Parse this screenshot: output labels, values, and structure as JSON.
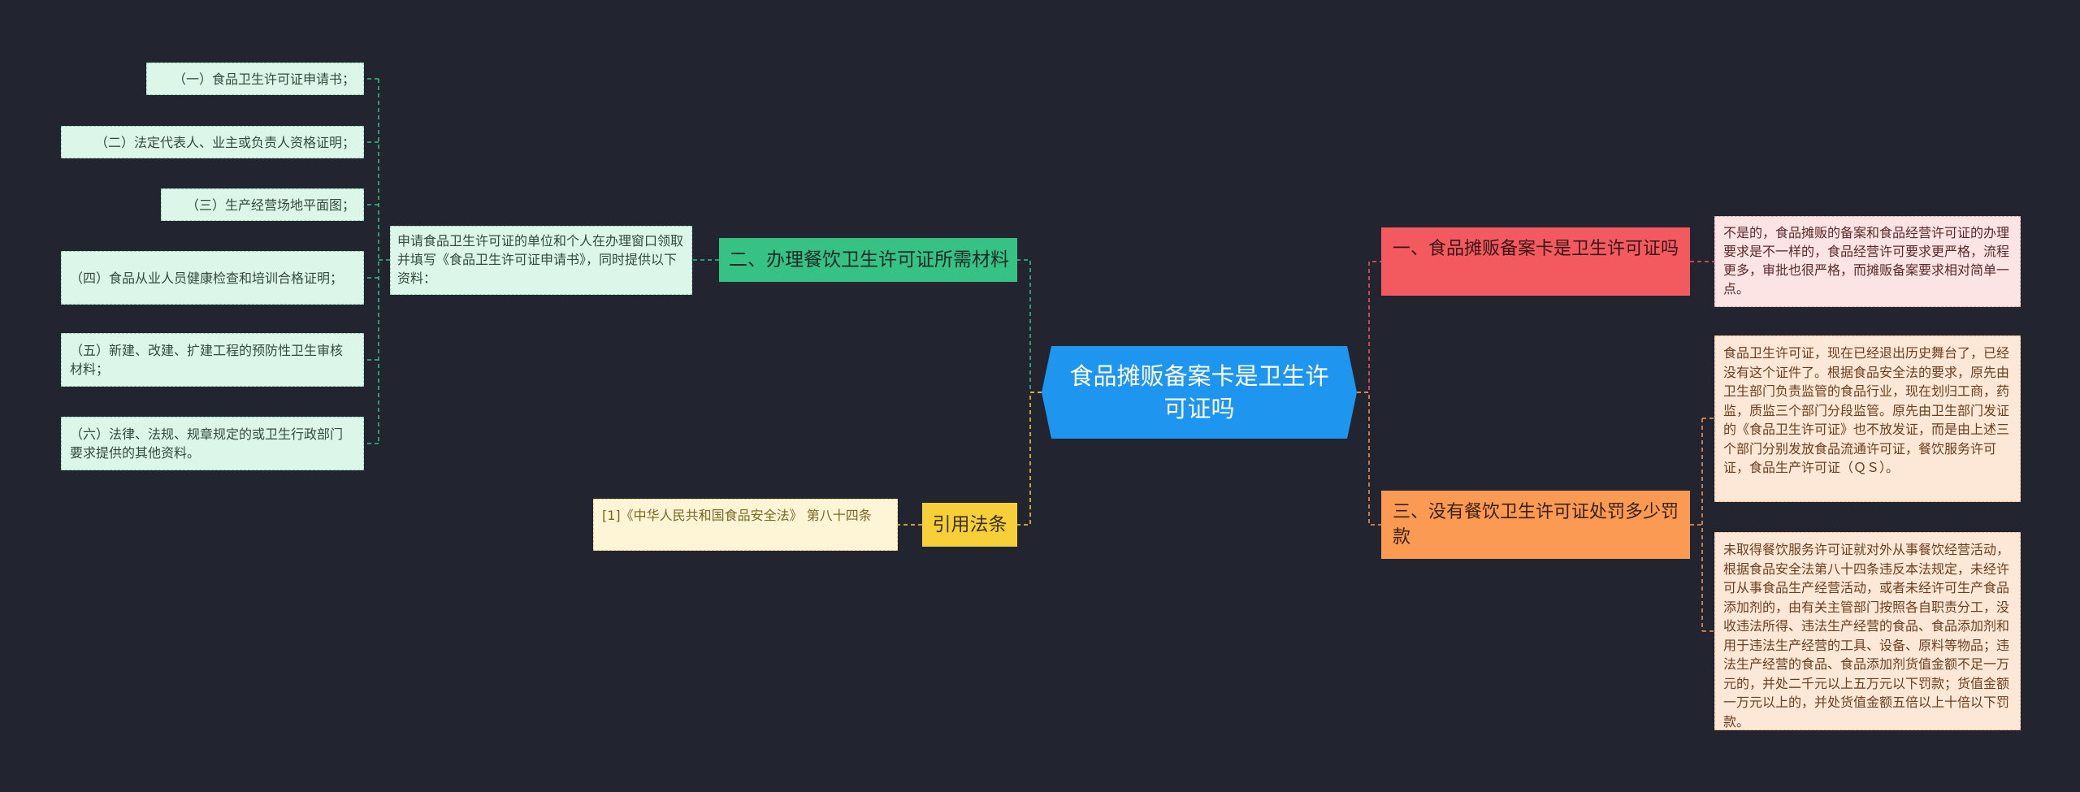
{
  "root": {
    "title": "食品摊贩备案卡是卫生许可证吗"
  },
  "branches": {
    "materials": {
      "label": "二、办理餐饮卫生许可证所需材料",
      "description": "申请食品卫生许可证的单位和个人在办理窗口领取并填写《食品卫生许可证申请书》，同时提供以下资料：",
      "items": [
        "（一）食品卫生许可证申请书；",
        "（二）法定代表人、业主或负责人资格证明；",
        "（三）生产经营场地平面图；",
        "（四）食品从业人员健康检查和培训合格证明；",
        "（五）新建、改建、扩建工程的预防性卫生审核材料；",
        "（六）法律、法规、规章规定的或卫生行政部门要求提供的其他资料。"
      ]
    },
    "law": {
      "label": "引用法条",
      "item": "[1]《中华人民共和国食品安全法》 第八十四条"
    },
    "answer": {
      "label": "一、食品摊贩备案卡是卫生许可证吗",
      "description": "不是的，食品摊贩的备案和食品经营许可证的办理要求是不一样的，食品经营许可要求更严格，流程更多，审批也很严格，而摊贩备案要求相对简单一点。"
    },
    "penalty": {
      "label": "三、没有餐饮卫生许可证处罚多少罚款",
      "items": [
        "食品卫生许可证，现在已经退出历史舞台了，已经没有这个证件了。根据食品安全法的要求，原先由卫生部门负责监管的食品行业，现在划归工商，药监，质监三个部门分段监管。原先由卫生部门发证的《食品卫生许可证》也不放发证，而是由上述三个部门分别发放食品流通许可证，餐饮服务许可证，食品生产许可证（ＱＳ）。",
        "未取得餐饮服务许可证就对外从事餐饮经营活动，根据食品安全法第八十四条违反本法规定，未经许可从事食品生产经营活动，或者未经许可生产食品添加剂的，由有关主管部门按照各自职责分工，没收违法所得、违法生产经营的食品、食品添加剂和用于违法生产经营的工具、设备、原料等物品；违法生产经营的食品、食品添加剂货值金额不足一万元的，并处二千元以上五万元以下罚款；货值金额一万元以上的，并处货值金额五倍以上十倍以下罚款。"
      ]
    }
  },
  "colors": {
    "background": "#22252f",
    "root": "#1e96f0",
    "green": "#35c284",
    "yellow": "#f7cf39",
    "red": "#f25a5f",
    "orange": "#fb9a53"
  }
}
